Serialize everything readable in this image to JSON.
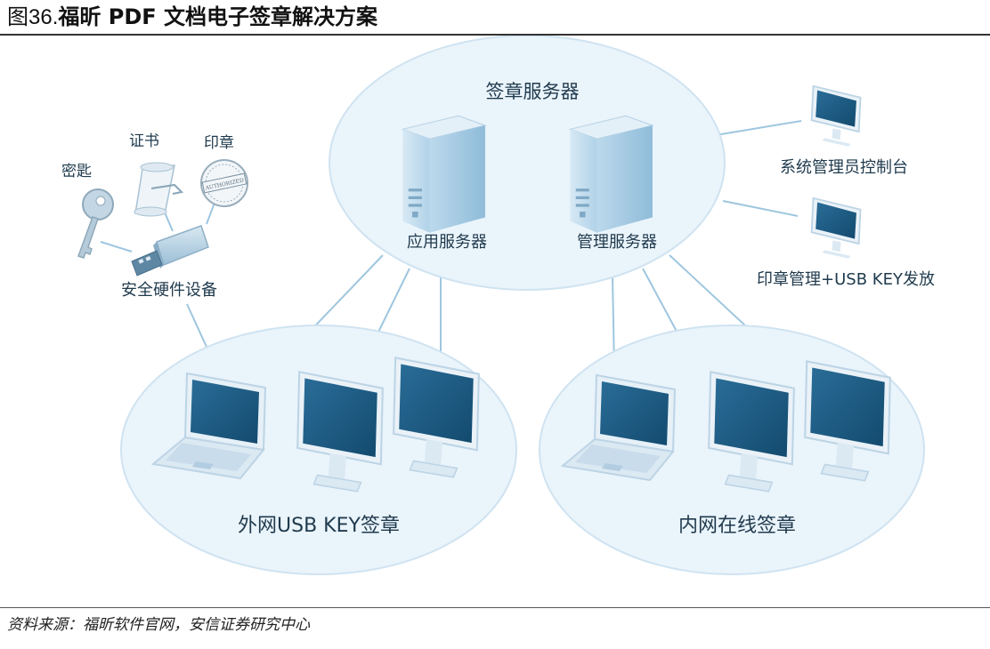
{
  "figure": {
    "title_prefix": "图",
    "title_number": "36.",
    "title_company": "福昕 ",
    "title_bold": "PDF",
    "title_rest": " 文档电子签章解决方案"
  },
  "nodes": {
    "signature_server": "签章服务器",
    "app_server": "应用服务器",
    "mgmt_server": "管理服务器",
    "secure_hardware": "安全硬件设备",
    "key": "密匙",
    "certificate": "证书",
    "seal": "印章",
    "seal_stamp_text": "AUTHORIZED",
    "admin_console": "系统管理员控制台",
    "seal_mgmt": "印章管理+USB KEY发放",
    "external_usbkey": "外网USB KEY签章",
    "internal_online": "内网在线签章"
  },
  "source": "资料来源：福昕软件官网，安信证券研究中心",
  "colors": {
    "ellipse_fill": "#eaf4fb",
    "ellipse_stroke": "#cfe3f1",
    "line": "#9ec6df",
    "screen": "#1d5a82",
    "device_body": "#e9f2f8"
  }
}
